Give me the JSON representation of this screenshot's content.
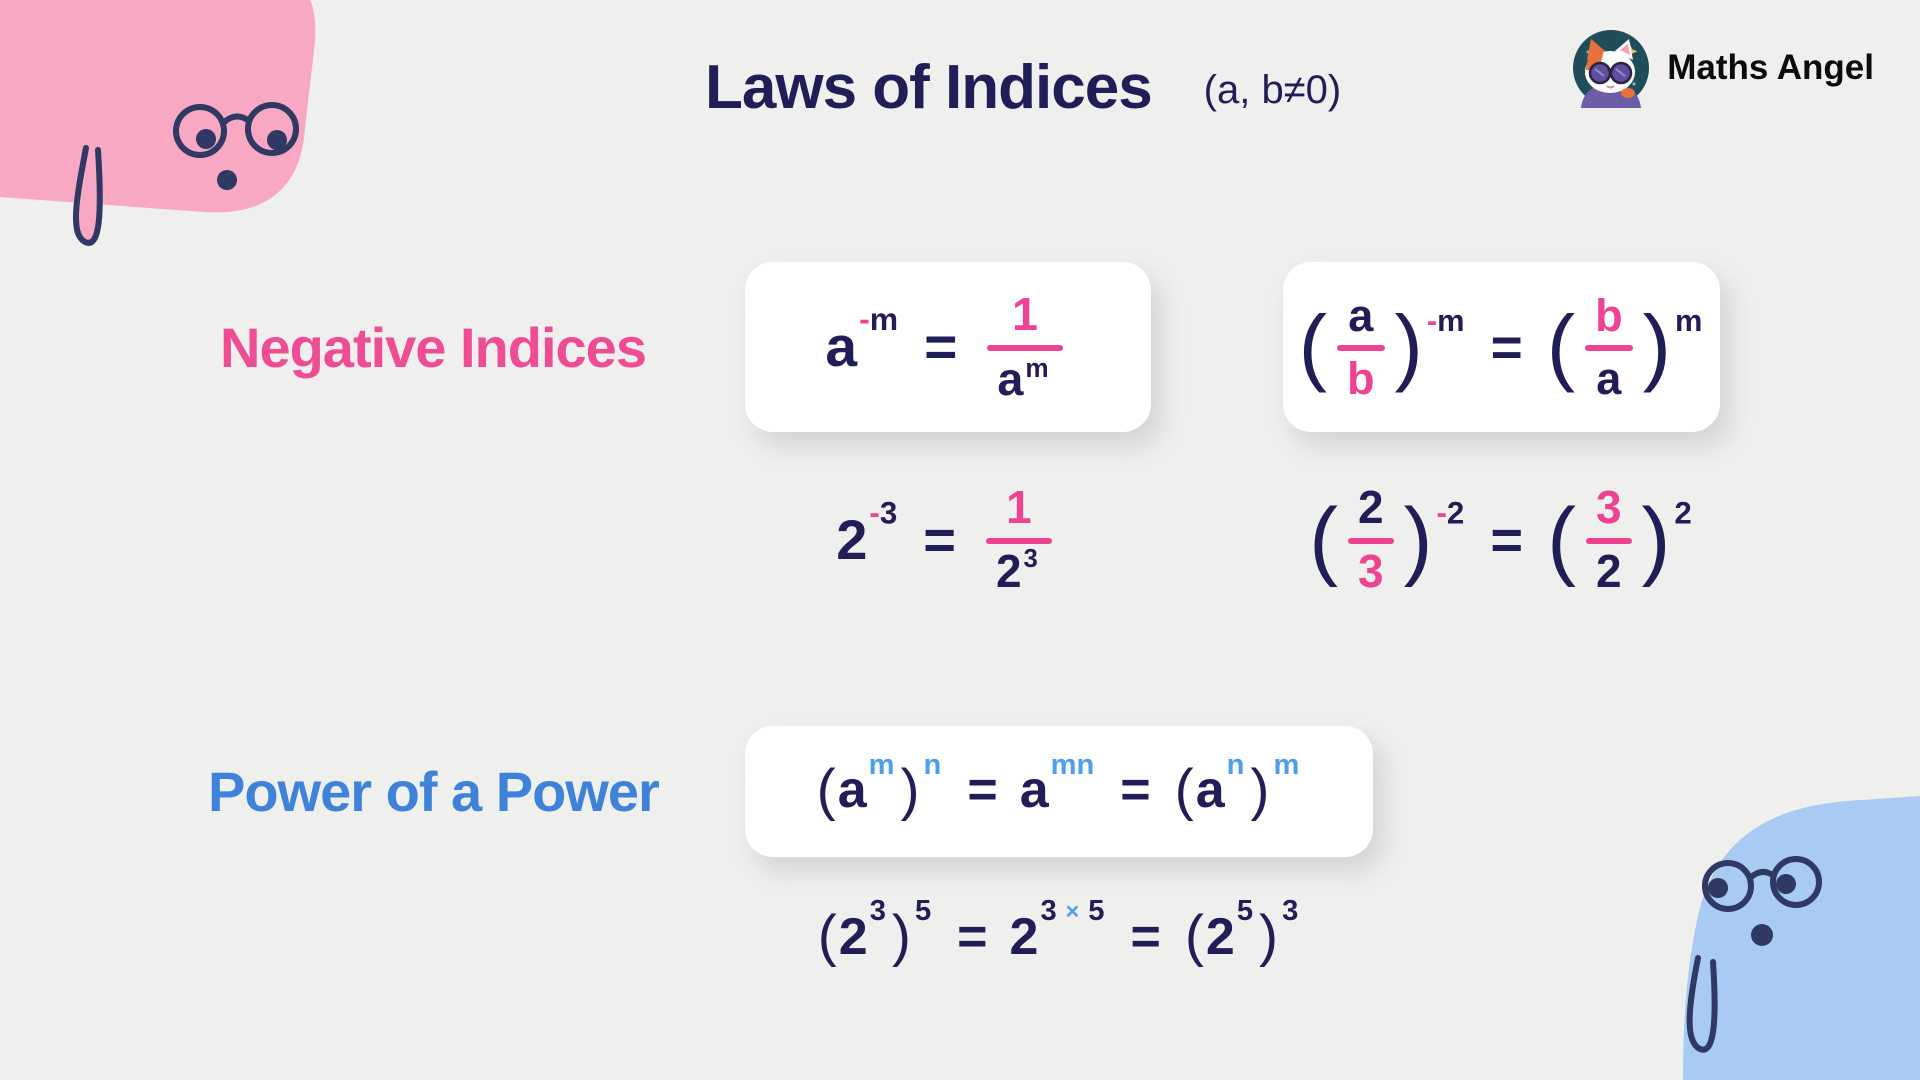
{
  "colors": {
    "navy": "#211D56",
    "pink": "#EE4391",
    "blue": "#4F9FE8",
    "label_pink": "#EE4D93",
    "label_blue": "#3E83D8",
    "bg": "#EFEFED",
    "card": "#FFFFFF",
    "blob_pink": "#F8A8C3",
    "blob_blue": "#A9CBF3",
    "face_navy": "#2F3963",
    "logo_text": "#0B0B10"
  },
  "header": {
    "title": "Laws of Indices",
    "constraint": "(a, b≠0)"
  },
  "brand": {
    "name": "Maths Angel"
  },
  "sections": [
    {
      "id": "negative-indices",
      "label": "Negative Indices",
      "label_color": "label_pink",
      "rules": [
        {
          "r": [
            {
              "t": "a",
              "c": "navy"
            },
            {
              "s": [
                {
                  "t": "-",
                  "c": "pink"
                },
                {
                  "t": "m",
                  "c": "navy"
                }
              ]
            },
            {
              "t": "=",
              "c": "navy",
              "k": "eq"
            },
            {
              "f": {
                "bc": "pink",
                "n": [
                  {
                    "t": "1",
                    "c": "pink"
                  }
                ],
                "d": [
                  {
                    "t": "a",
                    "c": "navy"
                  },
                  {
                    "s": [
                      {
                        "t": "m",
                        "c": "navy"
                      }
                    ]
                  }
                ]
              }
            }
          ]
        },
        {
          "r": [
            {
              "t": "(",
              "c": "navy",
              "k": "paren"
            },
            {
              "f": {
                "bc": "pink",
                "n": [
                  {
                    "t": "a",
                    "c": "navy"
                  }
                ],
                "d": [
                  {
                    "t": "b",
                    "c": "pink"
                  }
                ]
              }
            },
            {
              "t": ")",
              "c": "navy",
              "k": "paren"
            },
            {
              "s": [
                {
                  "t": "-",
                  "c": "pink"
                },
                {
                  "t": "m",
                  "c": "navy"
                }
              ]
            },
            {
              "t": "=",
              "c": "navy",
              "k": "eq"
            },
            {
              "t": "(",
              "c": "navy",
              "k": "paren"
            },
            {
              "f": {
                "bc": "pink",
                "n": [
                  {
                    "t": "b",
                    "c": "pink"
                  }
                ],
                "d": [
                  {
                    "t": "a",
                    "c": "navy"
                  }
                ]
              }
            },
            {
              "t": ")",
              "c": "navy",
              "k": "paren"
            },
            {
              "s": [
                {
                  "t": "m",
                  "c": "navy"
                }
              ]
            }
          ]
        }
      ],
      "examples": [
        {
          "r": [
            {
              "t": "2",
              "c": "navy"
            },
            {
              "s": [
                {
                  "t": "-",
                  "c": "pink"
                },
                {
                  "t": "3",
                  "c": "navy"
                }
              ]
            },
            {
              "t": "=",
              "c": "navy",
              "k": "eq"
            },
            {
              "f": {
                "bc": "pink",
                "n": [
                  {
                    "t": "1",
                    "c": "pink"
                  }
                ],
                "d": [
                  {
                    "t": "2",
                    "c": "navy"
                  },
                  {
                    "s": [
                      {
                        "t": "3",
                        "c": "navy"
                      }
                    ]
                  }
                ]
              }
            }
          ]
        },
        {
          "r": [
            {
              "t": "(",
              "c": "navy",
              "k": "paren"
            },
            {
              "f": {
                "bc": "pink",
                "n": [
                  {
                    "t": "2",
                    "c": "navy"
                  }
                ],
                "d": [
                  {
                    "t": "3",
                    "c": "pink"
                  }
                ]
              }
            },
            {
              "t": ")",
              "c": "navy",
              "k": "paren"
            },
            {
              "s": [
                {
                  "t": "-",
                  "c": "pink"
                },
                {
                  "t": "2",
                  "c": "navy"
                }
              ]
            },
            {
              "t": "=",
              "c": "navy",
              "k": "eq"
            },
            {
              "t": "(",
              "c": "navy",
              "k": "paren"
            },
            {
              "f": {
                "bc": "pink",
                "n": [
                  {
                    "t": "3",
                    "c": "pink"
                  }
                ],
                "d": [
                  {
                    "t": "2",
                    "c": "navy"
                  }
                ]
              }
            },
            {
              "t": ")",
              "c": "navy",
              "k": "paren"
            },
            {
              "s": [
                {
                  "t": "2",
                  "c": "navy"
                }
              ]
            }
          ]
        }
      ]
    },
    {
      "id": "power-of-a-power",
      "label": "Power of a Power",
      "label_color": "label_blue",
      "rules": [
        {
          "r": [
            {
              "t": "(",
              "c": "navy",
              "k": "paren2"
            },
            {
              "t": "a",
              "c": "navy"
            },
            {
              "s": [
                {
                  "t": "m",
                  "c": "blue"
                }
              ]
            },
            {
              "t": ")",
              "c": "navy",
              "k": "paren2"
            },
            {
              "s": [
                {
                  "t": "n",
                  "c": "blue"
                }
              ]
            },
            {
              "t": "=",
              "c": "navy",
              "k": "eq"
            },
            {
              "t": "a",
              "c": "navy"
            },
            {
              "s": [
                {
                  "t": "mn",
                  "c": "blue"
                }
              ]
            },
            {
              "t": "=",
              "c": "navy",
              "k": "eq"
            },
            {
              "t": "(",
              "c": "navy",
              "k": "paren2"
            },
            {
              "t": "a",
              "c": "navy"
            },
            {
              "s": [
                {
                  "t": "n",
                  "c": "blue"
                }
              ]
            },
            {
              "t": ")",
              "c": "navy",
              "k": "paren2"
            },
            {
              "s": [
                {
                  "t": "m",
                  "c": "blue"
                }
              ]
            }
          ]
        }
      ],
      "examples": [
        {
          "r": [
            {
              "t": "(",
              "c": "navy",
              "k": "paren2"
            },
            {
              "t": "2",
              "c": "navy"
            },
            {
              "s": [
                {
                  "t": "3",
                  "c": "navy"
                }
              ]
            },
            {
              "t": ")",
              "c": "navy",
              "k": "paren2"
            },
            {
              "s": [
                {
                  "t": "5",
                  "c": "navy"
                }
              ]
            },
            {
              "t": "=",
              "c": "navy",
              "k": "eq"
            },
            {
              "t": "2",
              "c": "navy"
            },
            {
              "s": [
                {
                  "t": "3",
                  "c": "navy"
                },
                {
                  "t": "×",
                  "c": "blue",
                  "k": "x"
                },
                {
                  "t": "5",
                  "c": "navy"
                }
              ]
            },
            {
              "t": "=",
              "c": "navy",
              "k": "eq"
            },
            {
              "t": "(",
              "c": "navy",
              "k": "paren2"
            },
            {
              "t": "2",
              "c": "navy"
            },
            {
              "s": [
                {
                  "t": "5",
                  "c": "navy"
                }
              ]
            },
            {
              "t": ")",
              "c": "navy",
              "k": "paren2"
            },
            {
              "s": [
                {
                  "t": "3",
                  "c": "navy"
                }
              ]
            }
          ]
        }
      ]
    }
  ]
}
